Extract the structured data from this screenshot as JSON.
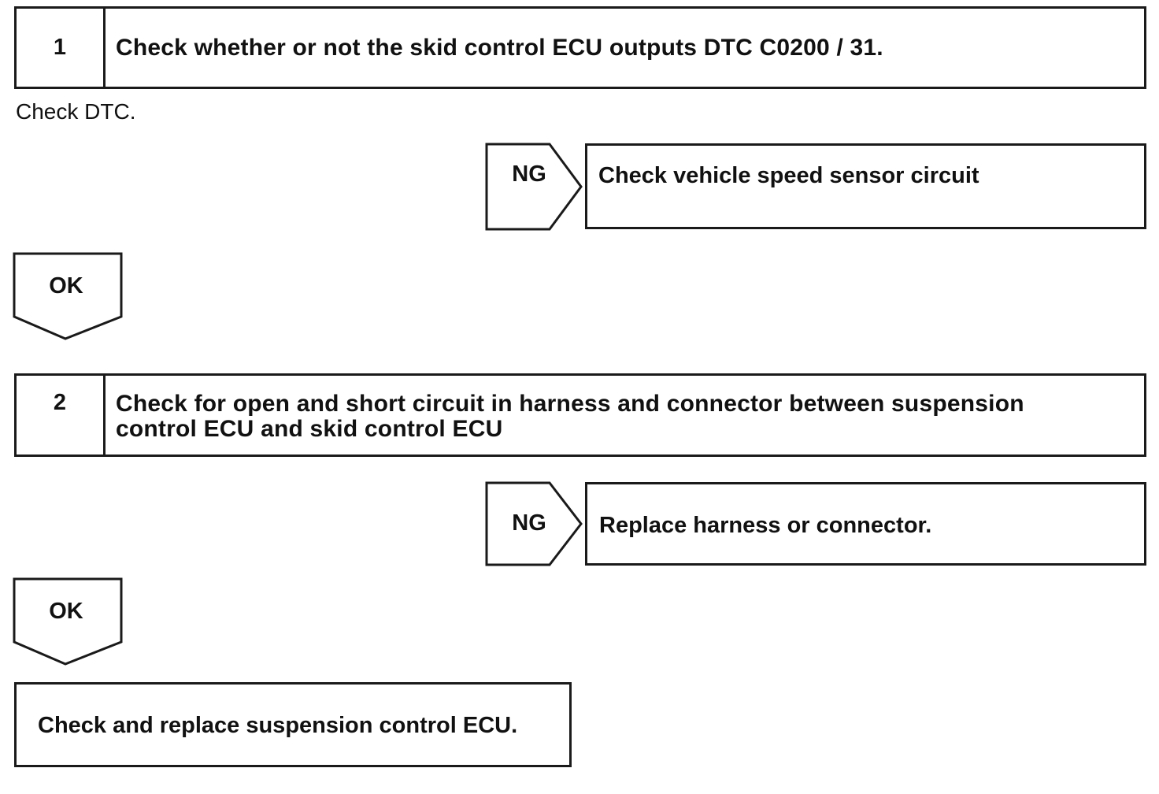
{
  "step1": {
    "number": "1",
    "title": "Check whether or not the skid control ECU outputs DTC C0200 / 31."
  },
  "step1_instruction": "Check DTC.",
  "step1_ng": {
    "label": "NG",
    "action": "Check vehicle speed sensor circuit"
  },
  "step1_ok": {
    "label": "OK"
  },
  "step2": {
    "number": "2",
    "title_line1": "Check for open and short circuit in harness and connector between suspension",
    "title_line2": "control ECU and skid control ECU"
  },
  "step2_ng": {
    "label": "NG",
    "action": "Replace harness or connector."
  },
  "step2_ok": {
    "label": "OK"
  },
  "final": {
    "action": "Check and replace suspension control ECU."
  }
}
